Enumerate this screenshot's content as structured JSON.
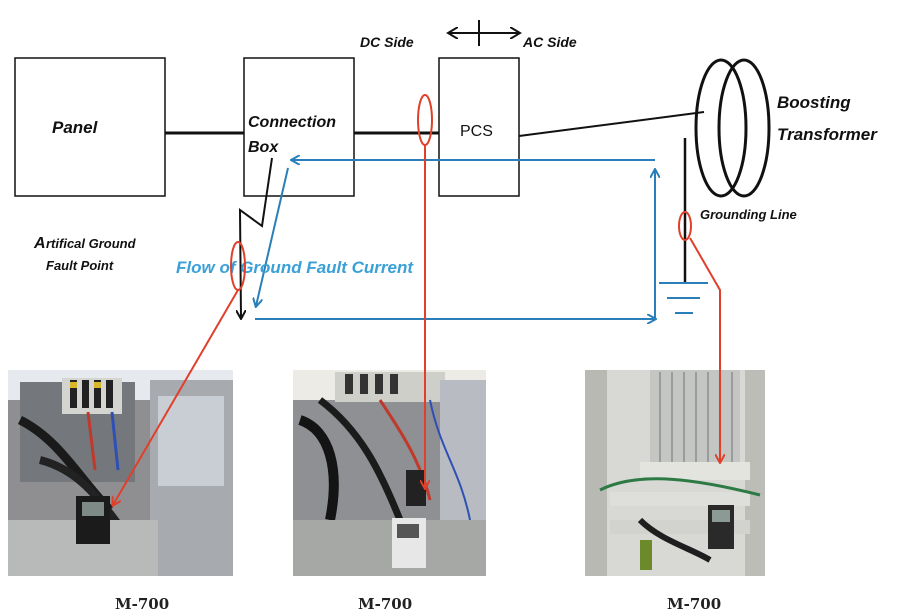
{
  "labels": {
    "dc_side": "DC Side",
    "ac_side": "AC Side",
    "panel": "Panel",
    "connection_box_1": "Connection",
    "connection_box_2": "Box",
    "pcs": "PCS",
    "transformer_1": "Boosting",
    "transformer_2": "Transformer",
    "grounding_line": "Grounding Line",
    "fault_point_initial": "A",
    "fault_point_1_rest": "rtifical Ground",
    "fault_point_2": "Fault Point",
    "flow": "Flow of Ground Fault Current"
  },
  "photos": [
    {
      "caption": "M-700"
    },
    {
      "caption": "M-700"
    },
    {
      "caption": "M-700"
    }
  ],
  "colors": {
    "flow_line": "#2a7fb8",
    "flow_text": "#3aa0d8",
    "clamp": "#e0402a",
    "wire": "#111111"
  }
}
